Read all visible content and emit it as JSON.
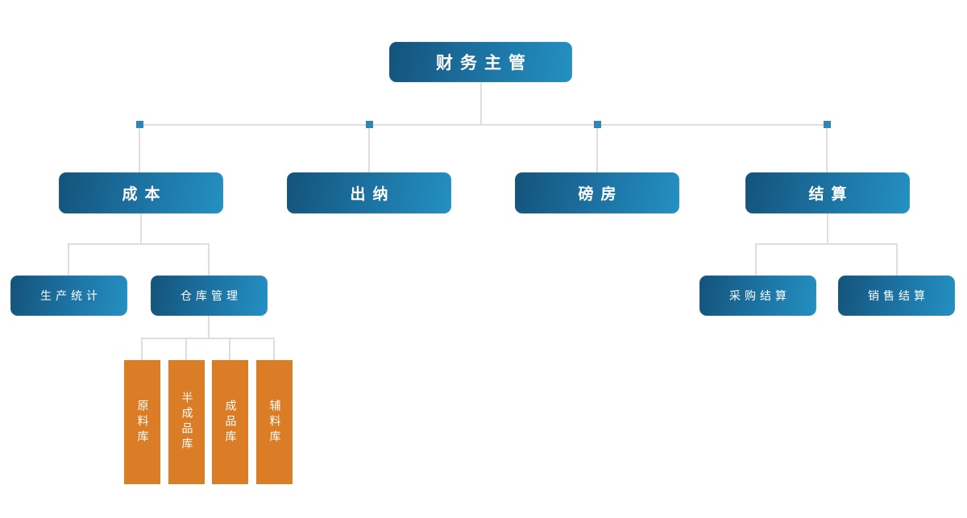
{
  "chart_title": "",
  "nodes": {
    "root": {
      "label": "财务主管"
    },
    "level2": [
      {
        "label": "成本"
      },
      {
        "label": "出纳"
      },
      {
        "label": "磅房"
      },
      {
        "label": "结算"
      }
    ],
    "cost_children": [
      {
        "label": "生产统计"
      },
      {
        "label": "仓库管理"
      }
    ],
    "warehouse_children": [
      {
        "label": "原料库"
      },
      {
        "label": "半成品库"
      },
      {
        "label": "成品库"
      },
      {
        "label": "辅料库"
      }
    ],
    "settlement_children": [
      {
        "label": "采购结算"
      },
      {
        "label": "销售结算"
      }
    ]
  },
  "colors": {
    "node_gradient_dark": "#14537a",
    "node_gradient_light": "#2490c2",
    "warehouse_orange": "#db7d26",
    "connector_gray": "#dedede",
    "junction_blue": "#2e86b8",
    "node_text": "#ffffff",
    "background": "#ffffff"
  }
}
